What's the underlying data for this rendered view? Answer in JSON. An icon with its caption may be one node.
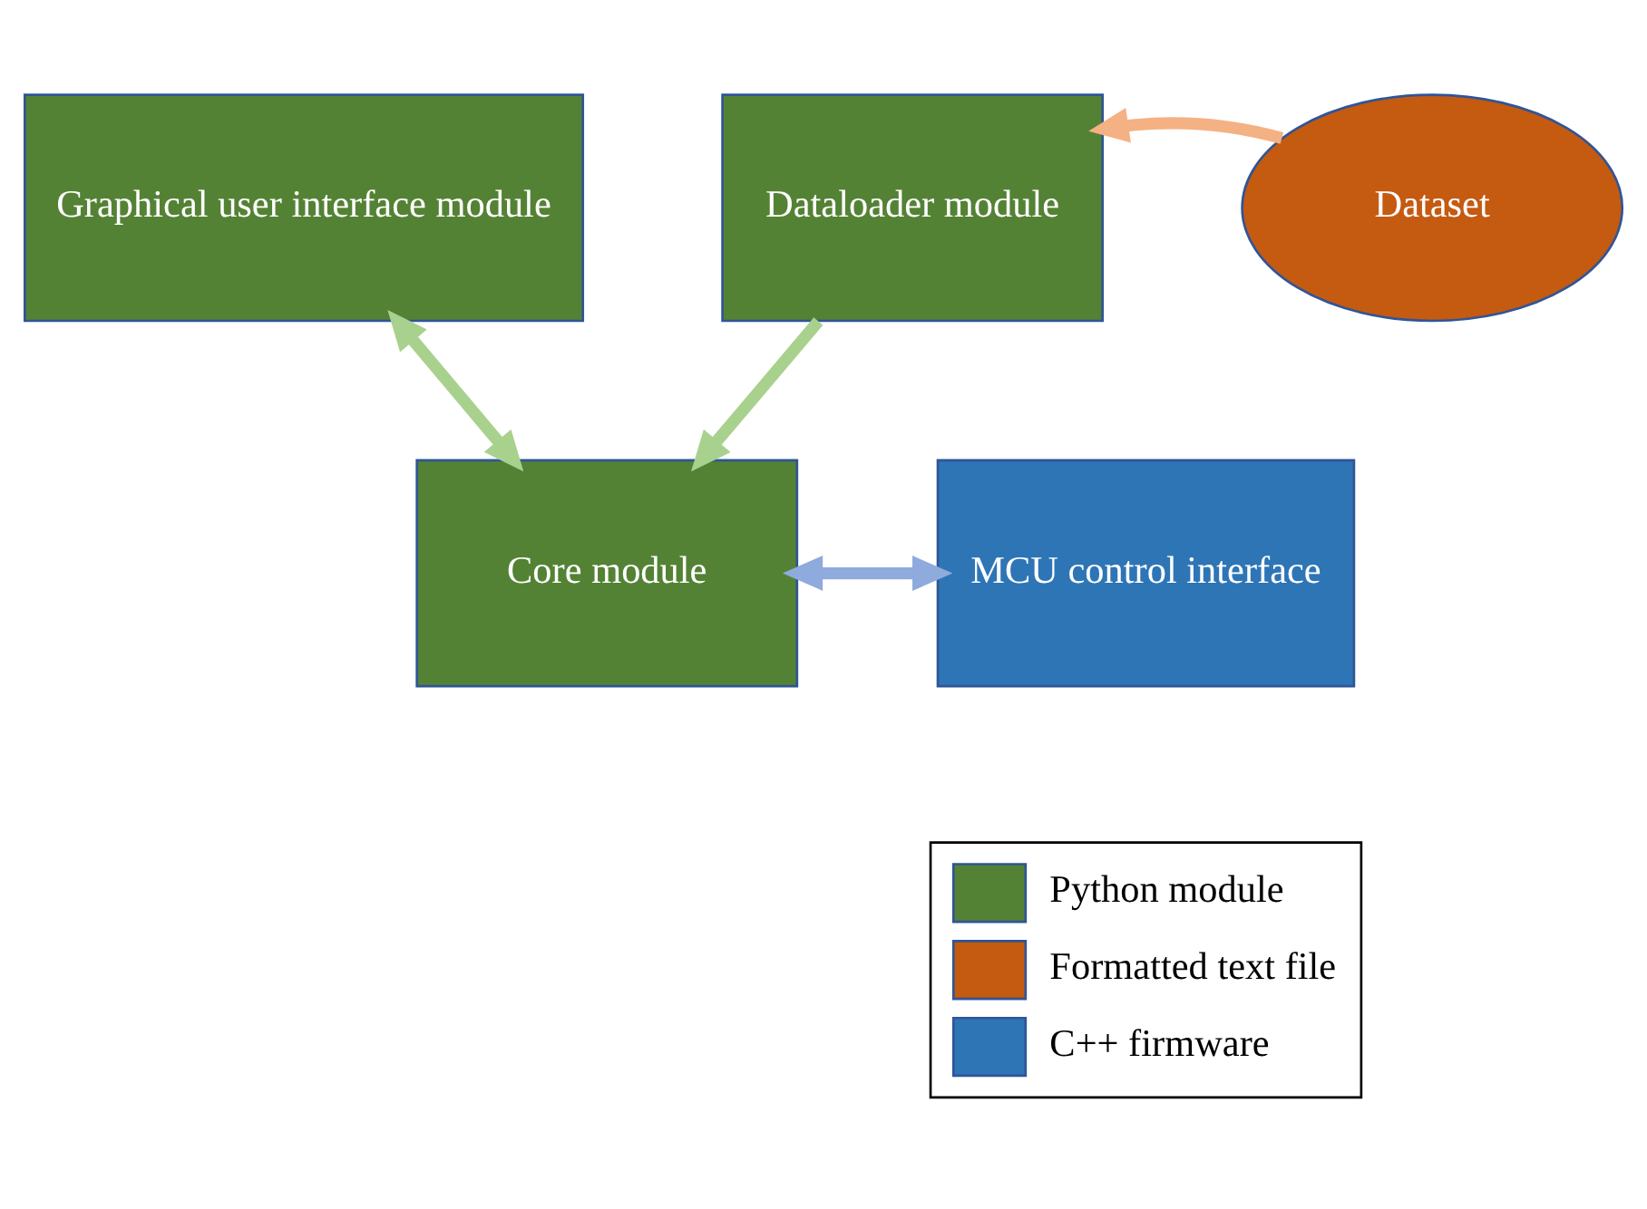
{
  "diagram": {
    "nodes": [
      {
        "text": [
          "Graphical user interface module"
        ]
      },
      {
        "text": [
          "Dataloader module"
        ]
      },
      {
        "text": [
          "Dataset"
        ]
      },
      {
        "text": [
          "Core module"
        ]
      },
      {
        "text": [
          "MCU control interface"
        ]
      }
    ],
    "edges": [
      {
        "from": 2,
        "to": 1,
        "arrow": "to",
        "color": "#f4b183"
      },
      {
        "from": 1,
        "to": 3,
        "arrow": "to"
      },
      {
        "from": 0,
        "to": 3,
        "arrow": "both"
      },
      {
        "from": 3,
        "to": 4,
        "arrow": "both",
        "color": "#8faadc"
      }
    ],
    "legend": [
      {
        "text": "Python module",
        "color": "#548235"
      },
      {
        "text": "Formatted text file",
        "color": "#c55a11"
      },
      {
        "text": "C++ firmware",
        "color": "#2e75b6"
      }
    ]
  }
}
